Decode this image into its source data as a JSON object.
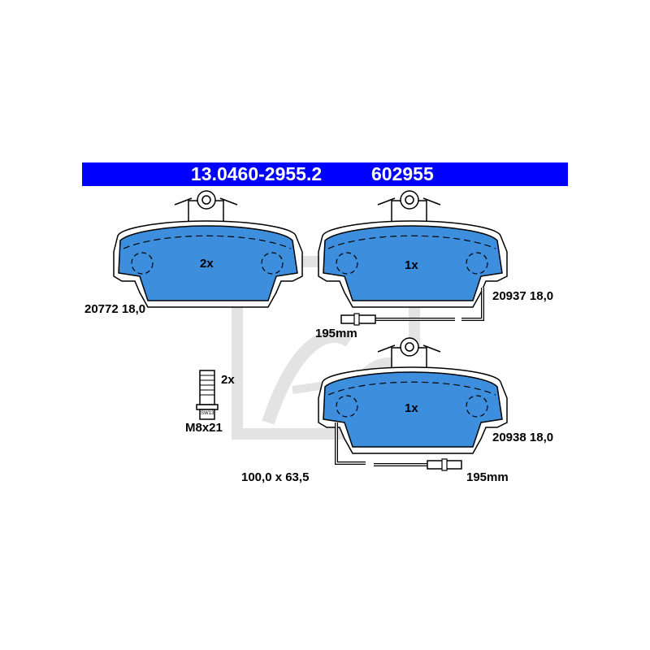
{
  "header": {
    "part_number": "13.0460-2955.2",
    "ref_number": "602955",
    "background": "#0000ff"
  },
  "pads": [
    {
      "qty": "2x",
      "code": "20772 18,0"
    },
    {
      "qty": "1x",
      "code": "20937 18,0",
      "wire_length": "195mm"
    },
    {
      "qty": "1x",
      "code": "20938 18,0",
      "wire_length": "195mm"
    }
  ],
  "bolt": {
    "qty": "2x",
    "size": "M8x21",
    "wrench": "SW13"
  },
  "dimensions": "100,0 x 63,5",
  "colors": {
    "pad_fill": "#3d8fde",
    "header": "#0000ff",
    "watermark": "#e6e6e6"
  },
  "watermark": {
    "text": "Ate"
  }
}
